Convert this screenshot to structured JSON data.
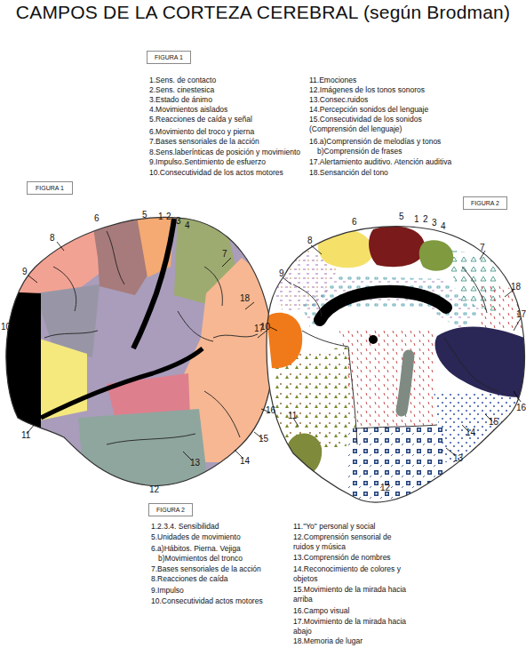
{
  "diagram": {
    "title": "CAMPOS DE LA CORTEZA CEREBRAL (según Brodman)",
    "nodes": [
      {
        "text": [
          "FIGURA 1"
        ]
      },
      {
        "text": [
          "FIGURA 1"
        ]
      },
      {
        "text": [
          "FIGURA 2"
        ]
      },
      {
        "text": [
          "FIGURA 2"
        ]
      }
    ],
    "labels": [
      "1.Sens. de contacto",
      "2.Sens. cinestesica",
      "3.Estado de ánimo",
      "4.Movimientos aislados",
      "5.Reacciones de caída y señal",
      "6.Movimiento del troco y pierna",
      "7.Bases sensoriales de la acción",
      "8.Sens.laberínticas de posición y movimiento",
      "9.Impulso.Sentimiento de esfuerzo",
      "10.Consecutividad de los actos motores",
      "11.Emociones",
      "12.Imágenes de los tonos sonoros",
      "13.Consec.ruidos",
      "14.Percepción sonidos del lenguaje",
      "15.Consecutividad de los sonidos (Comprensión del lenguaje)",
      "16.a)Comprensión de melodías y tonos",
      "b)Comprensión de frases",
      "17.Alertamiento auditivo. Atención auditiva",
      "18.Sensanción del tono",
      "1",
      "2",
      "3",
      "4",
      "5",
      "6",
      "7",
      "8",
      "9",
      "10",
      "11",
      "12",
      "13",
      "14",
      "15",
      "16",
      "17",
      "18",
      "1",
      "2",
      "3",
      "4",
      "5",
      "6",
      "7",
      "8",
      "9",
      "10",
      "11",
      "12",
      "13",
      "14",
      "15",
      "16",
      "17",
      "18",
      "1.2.3.4. Sensibilidad",
      "5.Unidades de movimiento",
      "6.a)Hábitos. Pierna. Vejiga",
      "b)Movimientos del tronco",
      "7.Bases sensoriales de la acción",
      "8.Reacciones de caída",
      "9.Impulso",
      "10.Consecutividad actos motores",
      "11.\"Yo\" personal y social",
      "12.Comprensión sensorial de ruidos y música",
      "13.Comprensión de nombres",
      "14.Reconocimiento de colores y objetos",
      "15.Movimiento de la mirada hacia arriba",
      "16.Campo visual",
      "17.Movimiento de la mirada hacia abajo",
      "18.Memoria de lugar"
    ]
  }
}
